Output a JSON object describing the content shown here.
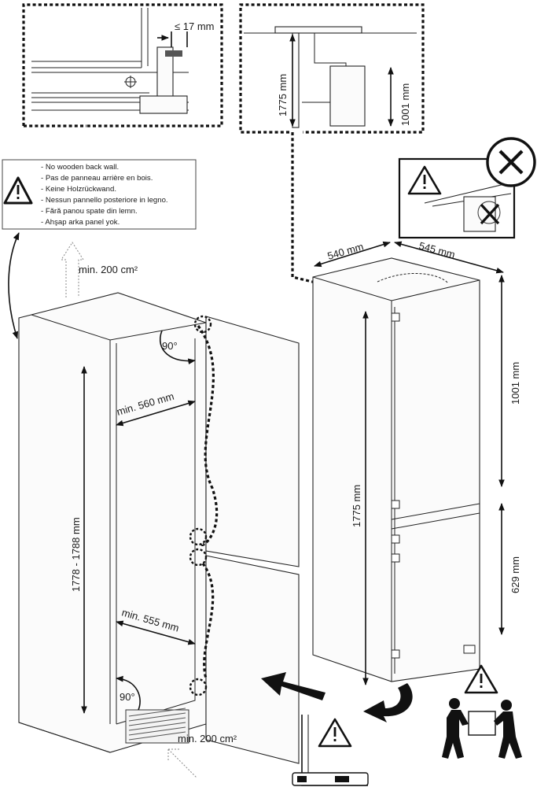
{
  "warning_note": {
    "lines": [
      "- No wooden back wall.",
      "- Pas de panneau arrière en bois.",
      "- Keine Holzrückwand.",
      "- Nessun pannello posteriore in legno.",
      "- Fără panou spate din lemn.",
      "- Ahşap arka panel yok."
    ]
  },
  "dimensions": {
    "gap_top_detail": "≤ 17 mm",
    "height_top_detail": "1775 mm",
    "height_top_detail_right": "1001 mm",
    "vent_top": "min. 200 cm²",
    "vent_bottom": "min. 200 cm²",
    "niche_angle_top": "90°",
    "niche_angle_bottom": "90°",
    "niche_width_top": "min. 560 mm",
    "niche_width_bottom": "min. 555 mm",
    "niche_height": "1778 - 1788 mm",
    "appliance_depth": "540 mm",
    "appliance_width": "545 mm",
    "appliance_height": "1775 mm",
    "fridge_door_height": "1001 mm",
    "freezer_door_height": "629 mm"
  },
  "icons": [
    "warning-triangle-icon",
    "prohibited-x-icon",
    "two-person-lift-icon",
    "spirit-level-icon",
    "insert-arrow-icon"
  ]
}
